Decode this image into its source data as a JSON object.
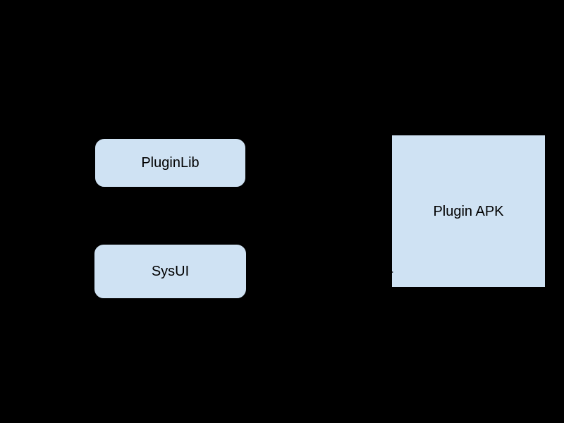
{
  "diagram": {
    "description": "Plugin architecture diagram on transparent/black background",
    "nodes": [
      {
        "id": "pluginlib",
        "label": "PluginLib",
        "shape": "rounded-rectangle"
      },
      {
        "id": "sysui",
        "label": "SysUI",
        "shape": "rounded-rectangle"
      },
      {
        "id": "plugin-apk",
        "label": "Plugin APK",
        "shape": "rectangle"
      }
    ],
    "edges": [
      {
        "from": "sysui",
        "to": "plugin-apk",
        "type": "arrow",
        "note": "only arrowhead tip visible where it overlaps the Plugin APK box edge"
      }
    ]
  },
  "colors": {
    "background": "#000000",
    "node_fill": "#cfe2f3",
    "node_border": "#000000",
    "node_text": "#000000",
    "connector": "#000000"
  }
}
